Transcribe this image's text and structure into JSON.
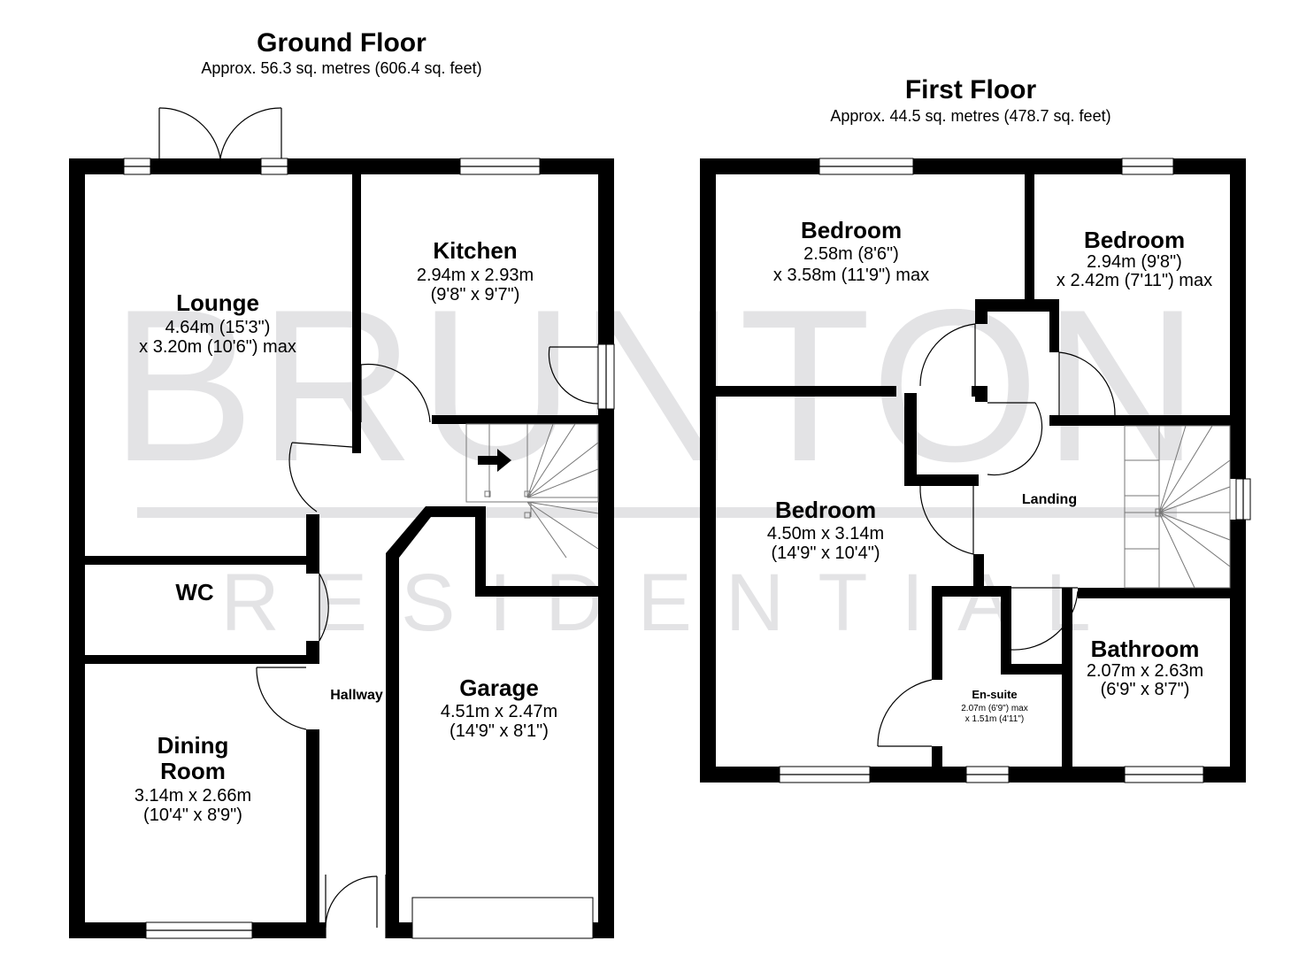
{
  "watermark": {
    "main": "BRUNTON",
    "sub": "RESIDENTIAL"
  },
  "ground_floor": {
    "title": "Ground Floor",
    "area": "Approx. 56.3 sq. metres (606.4 sq. feet)",
    "rooms": {
      "lounge": {
        "name": "Lounge",
        "dim1": "4.64m (15'3\")",
        "dim2": "x 3.20m (10'6\") max"
      },
      "kitchen": {
        "name": "Kitchen",
        "dim1": "2.94m x 2.93m",
        "dim2": "(9'8\" x 9'7\")"
      },
      "wc": {
        "name": "WC"
      },
      "hallway": {
        "name": "Hallway"
      },
      "garage": {
        "name": "Garage",
        "dim1": "4.51m x 2.47m",
        "dim2": "(14'9\" x 8'1\")"
      },
      "dining": {
        "name1": "Dining",
        "name2": "Room",
        "dim1": "3.14m x 2.66m",
        "dim2": "(10'4\" x 8'9\")"
      }
    }
  },
  "first_floor": {
    "title": "First Floor",
    "area": "Approx. 44.5 sq. metres (478.7 sq. feet)",
    "rooms": {
      "bedroom_front_left": {
        "name": "Bedroom",
        "dim1": "2.58m (8'6\")",
        "dim2": "x 3.58m (11'9\") max"
      },
      "bedroom_front_right": {
        "name": "Bedroom",
        "dim1": "2.94m (9'8\")",
        "dim2": "x 2.42m (7'11\") max"
      },
      "bedroom_main": {
        "name": "Bedroom",
        "dim1": "4.50m x 3.14m",
        "dim2": "(14'9\" x 10'4\")"
      },
      "landing": {
        "name": "Landing"
      },
      "ensuite": {
        "name": "En-suite",
        "dim1": "2.07m (6'9\") max",
        "dim2": "x 1.51m (4'11\")"
      },
      "bathroom": {
        "name": "Bathroom",
        "dim1": "2.07m x 2.63m",
        "dim2": "(6'9\" x 8'7\")"
      }
    }
  }
}
